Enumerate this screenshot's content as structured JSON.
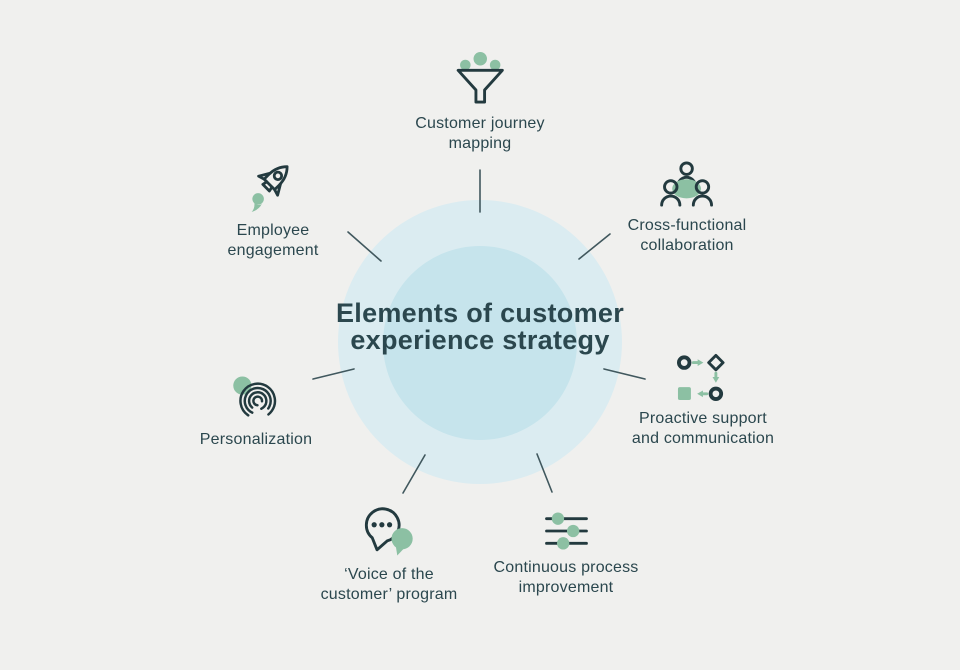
{
  "center": {
    "title": "Elements of customer\nexperience strategy"
  },
  "colors": {
    "background": "#f0f0ee",
    "circle_outer": "#dbecf1",
    "circle_inner": "#c6e4ec",
    "accent_green": "#8cc0a3",
    "icon_dark": "#233a3f",
    "text_dark": "#2b474e",
    "line": "#41585e"
  },
  "items": [
    {
      "id": "customer-journey-mapping",
      "icon": "funnel-icon",
      "label": "Customer journey\nmapping"
    },
    {
      "id": "cross-functional-collaboration",
      "icon": "people-group-icon",
      "label": "Cross-functional\ncollaboration"
    },
    {
      "id": "proactive-support-and-communication",
      "icon": "workflow-icon",
      "label": "Proactive support\nand communication"
    },
    {
      "id": "continuous-process-improvement",
      "icon": "sliders-icon",
      "label": "Continuous process\nimprovement"
    },
    {
      "id": "voice-of-the-customer-program",
      "icon": "speech-bubbles-icon",
      "label": "‘Voice of the\ncustomer’ program"
    },
    {
      "id": "personalization",
      "icon": "fingerprint-icon",
      "label": "Personalization"
    },
    {
      "id": "employee-engagement",
      "icon": "rocket-icon",
      "label": "Employee\nengagement"
    }
  ]
}
